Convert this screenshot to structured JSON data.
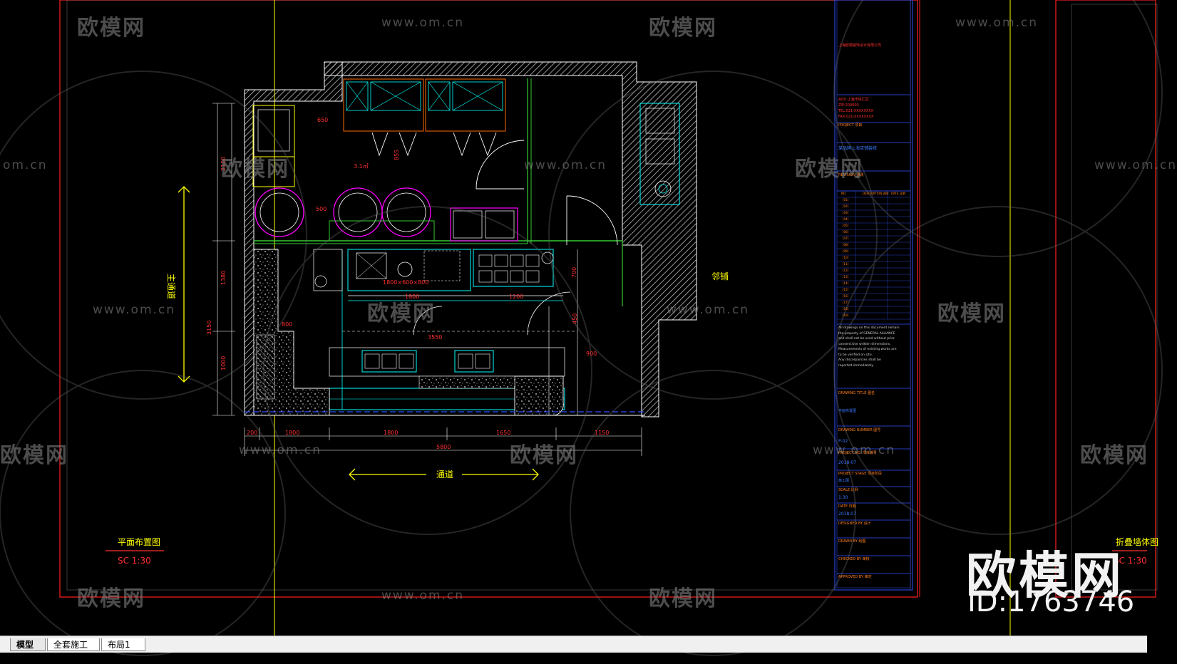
{
  "watermark": {
    "logo_text": "欧模网",
    "url_text": "www.om.cn",
    "url_partial": "om.cn",
    "big_logo": "欧模网",
    "big_id": "ID:1763746"
  },
  "plan": {
    "title": "平面布置图",
    "scale": "SC 1:30",
    "side_label": "主通道",
    "corridor_label": "通道",
    "neighbor_label": "邻铺",
    "dim_bottom": [
      "200",
      "1800",
      "1800",
      "1650",
      "1150"
    ],
    "dim_total": "5800",
    "dim_left": [
      "2100",
      "1380",
      "1000"
    ],
    "dim_left_total": "3150",
    "labels": {
      "d650": "650",
      "d500": "500",
      "d855": "855",
      "d800": "800",
      "d1200": "1200",
      "d3550": "3550",
      "d900": "900",
      "d450": "450",
      "d700": "700",
      "d1800": "1800",
      "counter": "1800×600×800",
      "area": "3.1㎡"
    }
  },
  "second_view": {
    "title": "折叠墙体图",
    "scale": "SC 1:30"
  },
  "title_block": {
    "company": "上海欧模装饰设计有限公司",
    "address": [
      "ADD:上海市徐汇区",
      "ZIP:200000",
      "TEL:021-XXXXXXXX",
      "FAX:021-XXXXXXXX"
    ],
    "project_label": "PROJECT 项目",
    "project_name": "某品牌上海店铺装修",
    "revision_label": "REVISION 修改",
    "rev_cols": [
      "NO.",
      "DESCRIPTION 说明",
      "DATE 日期"
    ],
    "rev_rows": [
      "[01]",
      "[02]",
      "[03]",
      "[04]",
      "[05]",
      "[06]",
      "[07]",
      "[08]",
      "[09]",
      "[10]",
      "[11]",
      "[12]",
      "[13]",
      "[14]",
      "[15]",
      "[16]",
      "[17]",
      "[18]",
      "[19]"
    ],
    "notes": [
      "All drawings on this document remain",
      "the property of GENERAL ALLIANCE",
      "and shall not be used without prior",
      "consent.Use written dimensions.",
      "Measurements of existing works are",
      "to be verified on site.",
      "Any discrepancies shall be",
      "reported immediately."
    ],
    "drawing_title_label": "DRAWING TITLE 图名",
    "drawing_title": "平面布置图",
    "drawing_number_label": "DRAWING NUMBER 图号",
    "drawing_number": "P-02",
    "project_no_label": "PROJECT NO. 项目编号",
    "project_no": "2018-07",
    "stage_label": "PROJECT STAGE 项目阶段",
    "stage": "施工图",
    "scale_label": "SCALE 比例",
    "scale": "1:30",
    "date_label": "DATE 日期",
    "date": "2018.07",
    "designed_label": "DESIGNED BY 设计",
    "drawn_label": "DRAWN BY 绘图",
    "checked_label": "CHECKED BY 审核",
    "approved_label": "APPROVED BY 审定"
  },
  "tabs": [
    {
      "label": "模型",
      "active": true
    },
    {
      "label": "全套施工图",
      "active": false
    },
    {
      "label": "布局1",
      "active": false
    }
  ],
  "colors": {
    "background": "#000000",
    "wall_outline": "#ffffff",
    "frame_red": "#ff2020",
    "guide_yellow": "#ffff00",
    "furniture_cyan": "#00ffff",
    "equipment_magenta": "#ff00ff",
    "dimension_red": "#ff3030",
    "partition_green": "#33cc33",
    "titleblock_blue": "#3050ff",
    "titleblock_text": "#ff8020"
  }
}
